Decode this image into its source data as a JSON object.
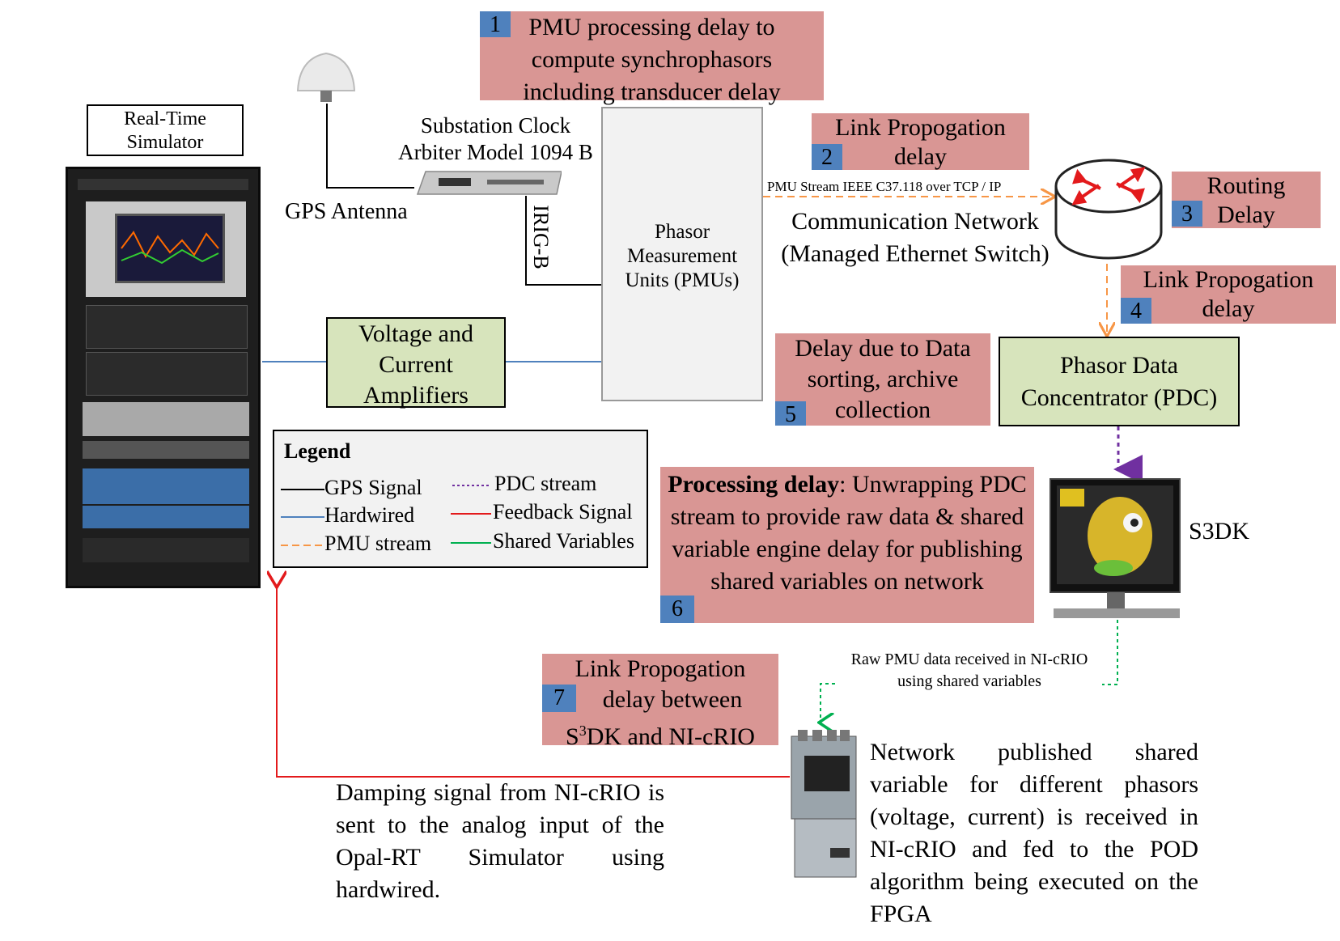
{
  "boxes": {
    "delay1": {
      "num": "1",
      "text": "PMU processing delay to compute synchrophasors including transducer delay"
    },
    "delay2": {
      "num": "2",
      "line1": "Link Propogation",
      "line2": "delay"
    },
    "delay3": {
      "num": "3",
      "line1": "Routing",
      "line2": "Delay"
    },
    "delay4": {
      "num": "4",
      "line1": "Link Propogation",
      "line2": "delay"
    },
    "delay5": {
      "num": "5",
      "line1": "Delay due to Data",
      "line2": "sorting, archive",
      "line3": "collection"
    },
    "delay6": {
      "num": "6",
      "bold": "Processing delay",
      "rest": ": Unwrapping PDC stream to provide raw data & shared variable engine delay for publishing shared variables on network"
    },
    "delay7": {
      "num": "7",
      "line1": "Link Propogation",
      "line2": "delay between",
      "line3_pre": "S",
      "line3_sup": "3",
      "line3_post": "DK and NI-cRIO"
    }
  },
  "labels": {
    "rts": "Real-Time Simulator",
    "gps_antenna": "GPS Antenna",
    "clock": "Substation Clock Arbiter Model 1094 B",
    "irig": "IRIG-B",
    "pmu": "Phasor Measurement Units (PMUs)",
    "stream": "PMU Stream IEEE C37.118 over TCP / IP",
    "network": "Communication Network (Managed Ethernet Switch)",
    "amplifiers": "Voltage and Current Amplifiers",
    "pdc": "Phasor Data Concentrator (PDC)",
    "s3dk": "S3DK",
    "raw_pmu": "Raw PMU data received in NI-cRIO using shared variables",
    "damping": "Damping signal from NI-cRIO is sent to the analog input of the Opal-RT Simulator using hardwired.",
    "network_published": "Network published shared variable for different phasors (voltage, current) is received in NI-cRIO and fed to the POD algorithm being executed on the FPGA"
  },
  "legend": {
    "title": "Legend",
    "items": [
      {
        "label": "GPS Signal",
        "color": "#000000",
        "style": "solid"
      },
      {
        "label": "Hardwired",
        "color": "#4f81bd",
        "style": "solid"
      },
      {
        "label": "PMU stream",
        "color": "#f79646",
        "style": "dashed"
      },
      {
        "label": "PDC stream",
        "color": "#7030a0",
        "style": "dotted"
      },
      {
        "label": "Feedback Signal",
        "color": "#e31a1c",
        "style": "solid"
      },
      {
        "label": "Shared Variables",
        "color": "#00b050",
        "style": "solid"
      }
    ]
  },
  "colors": {
    "delay_box": "#d99694",
    "number_tag": "#4f81bd",
    "component_box": "#d7e4bc"
  }
}
